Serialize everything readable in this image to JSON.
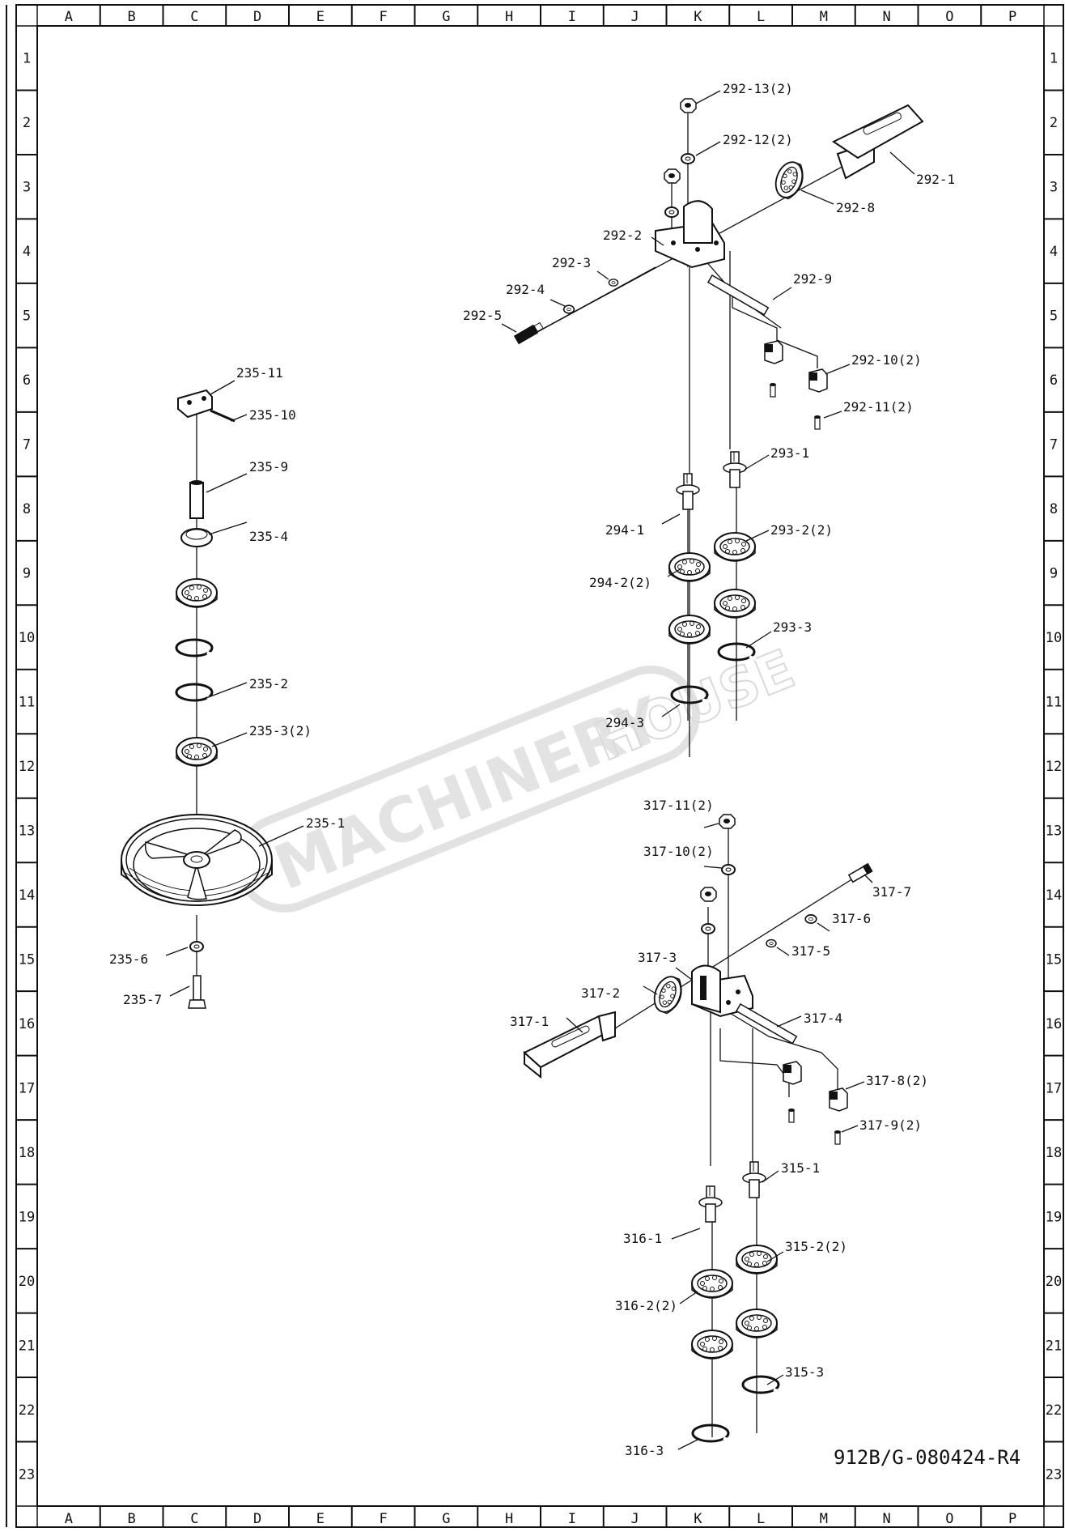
{
  "sheet": {
    "column_letters": [
      "A",
      "B",
      "C",
      "D",
      "E",
      "F",
      "G",
      "H",
      "I",
      "J",
      "K",
      "L",
      "M",
      "N",
      "O",
      "P"
    ],
    "row_numbers": [
      "1",
      "2",
      "3",
      "4",
      "5",
      "6",
      "7",
      "8",
      "9",
      "10",
      "11",
      "12",
      "13",
      "14",
      "15",
      "16",
      "17",
      "18",
      "19",
      "20",
      "21",
      "22",
      "23"
    ],
    "drawing_number": "912B/G-080424-R4"
  },
  "watermark": {
    "main": "MACHINERY",
    "outline": "HOUSE"
  },
  "part_labels": {
    "p292_13": "292-13(2)",
    "p292_12": "292-12(2)",
    "p292_1": "292-1",
    "p292_8": "292-8",
    "p292_2": "292-2",
    "p292_3": "292-3",
    "p292_4": "292-4",
    "p292_5": "292-5",
    "p292_9": "292-9",
    "p292_10": "292-10(2)",
    "p292_11": "292-11(2)",
    "p293_1": "293-1",
    "p294_1": "294-1",
    "p293_2": "293-2(2)",
    "p294_2": "294-2(2)",
    "p293_3": "293-3",
    "p294_3": "294-3",
    "p235_11": "235-11",
    "p235_10": "235-10",
    "p235_9": "235-9",
    "p235_4": "235-4",
    "p235_2": "235-2",
    "p235_3": "235-3(2)",
    "p235_1": "235-1",
    "p235_6": "235-6",
    "p235_7": "235-7",
    "p317_11": "317-11(2)",
    "p317_10": "317-10(2)",
    "p317_7": "317-7",
    "p317_6": "317-6",
    "p317_5": "317-5",
    "p317_3": "317-3",
    "p317_2": "317-2",
    "p317_4": "317-4",
    "p317_1": "317-1",
    "p317_8": "317-8(2)",
    "p317_9": "317-9(2)",
    "p315_1": "315-1",
    "p316_1": "316-1",
    "p315_2": "315-2(2)",
    "p316_2": "316-2(2)",
    "p315_3": "315-3",
    "p316_3": "316-3"
  }
}
